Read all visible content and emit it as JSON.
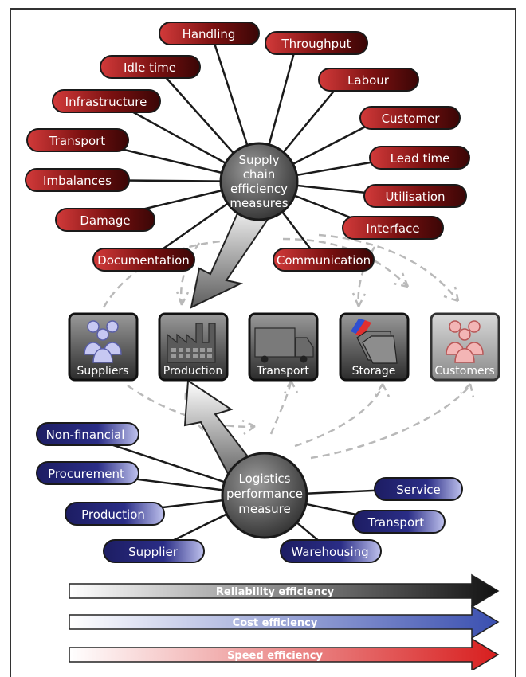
{
  "supply_hub": {
    "lines": [
      "Supply",
      "chain",
      "efficiency",
      "measures"
    ]
  },
  "supply_measures": [
    "Handling",
    "Throughput",
    "Idle time",
    "Labour",
    "Infrastructure",
    "Customer",
    "Transport",
    "Lead time",
    "Imbalances",
    "Utilisation",
    "Damage",
    "Interface",
    "Documentation",
    "Communication"
  ],
  "chain_nodes": [
    "Suppliers",
    "Production",
    "Transport",
    "Storage",
    "Customers"
  ],
  "logistics_hub": {
    "lines": [
      "Logistics",
      "performance",
      "measure"
    ]
  },
  "logistics_measures": [
    "Non-financial",
    "Procurement",
    "Production",
    "Supplier",
    "Service",
    "Transport",
    "Warehousing"
  ],
  "efficiency_arrows": [
    "Reliability efficiency",
    "Cost efficiency",
    "Speed efficiency"
  ],
  "colors": {
    "supply_pill": "#8b1414",
    "logistics_pill": "#1e1f6e",
    "reliability": "#111111",
    "cost": "#3a4fb0",
    "speed": "#d81e1e"
  }
}
